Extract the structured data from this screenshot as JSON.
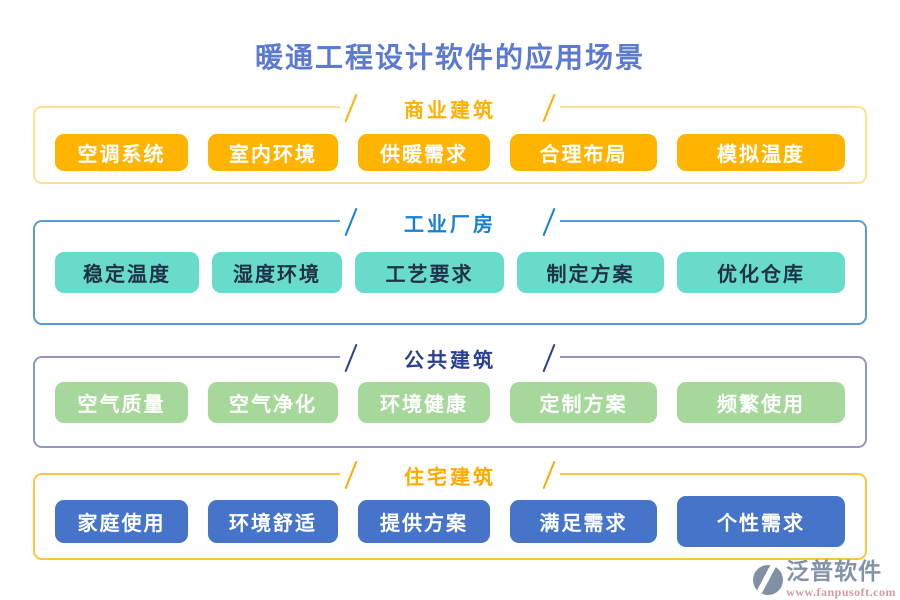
{
  "page": {
    "title": "暖通工程设计软件的应用场景",
    "title_color": "#5b7ad0"
  },
  "sections": [
    {
      "id": "commercial",
      "label": "商业建筑",
      "items": [
        "空调系统",
        "室内环境",
        "供暖需求",
        "合理布局",
        "模拟温度"
      ],
      "colors": {
        "border": "#ffe094",
        "header": "#ffb000",
        "button_bg": "#ffb400",
        "button_text": "#ffffff"
      }
    },
    {
      "id": "industrial",
      "label": "工业厂房",
      "items": [
        "稳定温度",
        "湿度环境",
        "工艺要求",
        "制定方案",
        "优化仓库"
      ],
      "colors": {
        "border": "#5b9bd5",
        "header": "#1680d2",
        "button_bg": "#68dbca",
        "button_text": "#1f3147"
      }
    },
    {
      "id": "public",
      "label": "公共建筑",
      "items": [
        "空气质量",
        "空气净化",
        "环境健康",
        "定制方案",
        "频繁使用"
      ],
      "colors": {
        "border": "#9297c1",
        "header": "#2b3f90",
        "button_bg": "#a6d89b",
        "button_text": "#ffffff"
      }
    },
    {
      "id": "residential",
      "label": "住宅建筑",
      "items": [
        "家庭使用",
        "环境舒适",
        "提供方案",
        "满足需求",
        "个性需求"
      ],
      "colors": {
        "border": "#ffc53d",
        "header": "#ffaa00",
        "button_bg": "#4674c9",
        "button_text": "#ffffff"
      }
    }
  ],
  "watermark": {
    "brand": "泛普软件",
    "url": "www.fanpusoft.com",
    "brand_color": "#8593a8",
    "url_color": "#d49c9c"
  }
}
